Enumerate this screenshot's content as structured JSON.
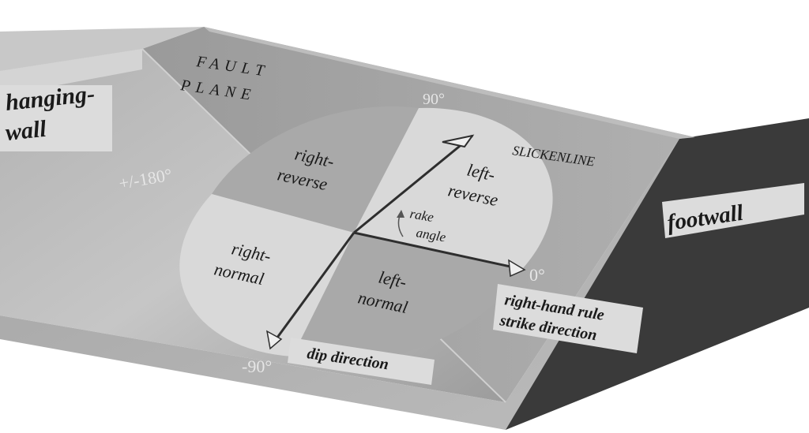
{
  "labels": {
    "hanging_wall": [
      "hanging-",
      "wall"
    ],
    "fault_plane": [
      "FAULT",
      "PLANE"
    ],
    "footwall": "footwall",
    "slickenline": "SLICKENLINE",
    "right_reverse": [
      "right-",
      "reverse"
    ],
    "left_reverse": [
      "left-",
      "reverse"
    ],
    "right_normal": [
      "right-",
      "normal"
    ],
    "left_normal": [
      "left-",
      "normal"
    ],
    "rake_angle": [
      "rake",
      "angle"
    ],
    "strike_direction": [
      "right-hand rule",
      "strike direction"
    ],
    "dip_direction": "dip direction"
  },
  "angles": {
    "top": "90°",
    "left": "+/-180°",
    "right": "0°",
    "bottom": "-90°"
  },
  "colors": {
    "footwall_side": "#3a3a3a",
    "top_face": "#a8a8a8",
    "plane": "#bdbdbd",
    "circle_light": "#d9d9d9",
    "circle_dark": "#a9a9a9",
    "label_box": "#dcdcdc",
    "arrow": "#2e2e2e"
  }
}
